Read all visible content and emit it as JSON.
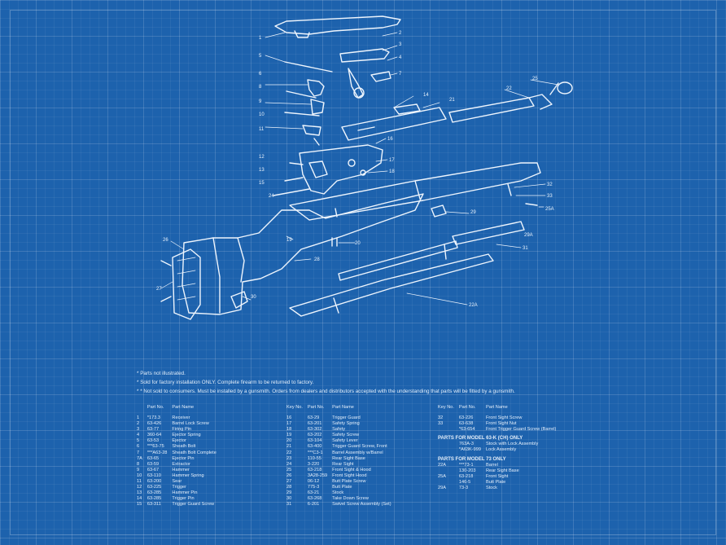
{
  "notes": [
    "* Parts not illustrated.",
    "* Sold for factory installation ONLY. Complete firearm to be returned to factory.",
    "* * Not sold to consumers. Must be installed by a gunsmith. Orders from dealers and distributors accepted with the understanding that parts will be fitted by a gunsmith."
  ],
  "table1": {
    "headers": [
      "",
      "Part No.",
      "Part Name"
    ],
    "rows": [
      [
        "1",
        "*173.3",
        "Receiver"
      ],
      [
        "2",
        "63-426",
        "Barrel Lock Screw"
      ],
      [
        "3",
        "63-77",
        "Firing Pin"
      ],
      [
        "4",
        "360-64",
        "Ejector Spring"
      ],
      [
        "5",
        "63-53",
        "Ejector"
      ],
      [
        "6",
        "***63-75",
        "Sheath Bolt"
      ],
      [
        "7",
        "***A63-28",
        "Sheath Bolt Complete"
      ],
      [
        "7A",
        "63-65",
        "Ejector Pin"
      ],
      [
        "8",
        "63-59",
        "Extractor"
      ],
      [
        "9",
        "63-67",
        "Hammer"
      ],
      [
        "10",
        "63-110",
        "Hammer Spring"
      ],
      [
        "11",
        "63-200",
        "Sear"
      ],
      [
        "12",
        "63-225",
        "Trigger"
      ],
      [
        "13",
        "63-285",
        "Hammer Pin"
      ],
      [
        "14",
        "63-285",
        "Trigger Pin"
      ],
      [
        "15",
        "63-311",
        "Trigger Guard Screw"
      ]
    ]
  },
  "table2": {
    "headers": [
      "Key No.",
      "Part No.",
      "Part Name"
    ],
    "rows": [
      [
        "16",
        "63-29",
        "Trigger Guard"
      ],
      [
        "17",
        "63-201",
        "Safety Spring"
      ],
      [
        "18",
        "63-302",
        "Safety"
      ],
      [
        "19",
        "63-202",
        "Safety Screw"
      ],
      [
        "20",
        "63-104",
        "Safety Lever"
      ],
      [
        "21",
        "63-400",
        "Trigger Guard Screw, Front"
      ],
      [
        "22",
        "***C3-1",
        "Barrel Assembly w/Barrel"
      ],
      [
        "23",
        "110-55",
        "Rear Sight Base"
      ],
      [
        "24",
        "3-220",
        "Rear Sight"
      ],
      [
        "25",
        "63-218",
        "Front Sight & Hood"
      ],
      [
        "26",
        "3A28-259",
        "Front Sight Hood"
      ],
      [
        "27",
        "06-12",
        "Butt Plate Screw"
      ],
      [
        "28",
        "775-3",
        "Butt Plate"
      ],
      [
        "29",
        "63-21",
        "Stock"
      ],
      [
        "30",
        "63-268",
        "Take Down Screw"
      ],
      [
        "31",
        "6-201",
        "Swivel Screw Assembly (Set)"
      ]
    ]
  },
  "table3": {
    "headers": [
      "Key No.",
      "Part No.",
      "Part Name"
    ],
    "rows": [
      [
        "32",
        "63-226",
        "Front Sight Screw"
      ],
      [
        "33",
        "63-638",
        "Front Sight Nut"
      ],
      [
        "",
        "*63-654",
        "Front Trigger Guard Screw (Barrel)"
      ]
    ],
    "section1": "PARTS FOR MODEL 63-K (CH) ONLY",
    "rows1": [
      [
        "",
        "763A-3",
        "Stock with Lock Assembly"
      ],
      [
        "",
        "*A63K-999",
        "Lock Assembly"
      ]
    ],
    "section2": "PARTS FOR MODEL 73 ONLY",
    "rows2": [
      [
        "22A",
        "***73-1",
        "Barrel"
      ],
      [
        "",
        "130-203",
        "Rear Sight Base"
      ],
      [
        "25A",
        "63-218",
        "Front Sight"
      ],
      [
        "",
        "146-5",
        "Butt Plate"
      ],
      [
        "29A",
        "73-3",
        "Stock"
      ]
    ]
  },
  "callouts": [
    "1",
    "2",
    "3",
    "4",
    "5",
    "6",
    "7",
    "8",
    "9",
    "10",
    "11",
    "12",
    "13",
    "14",
    "15",
    "16",
    "17",
    "18",
    "19",
    "20",
    "21",
    "22",
    "24",
    "25",
    "26",
    "27",
    "28",
    "29",
    "30",
    "31",
    "32",
    "33",
    "25A",
    "22A",
    "29A"
  ]
}
